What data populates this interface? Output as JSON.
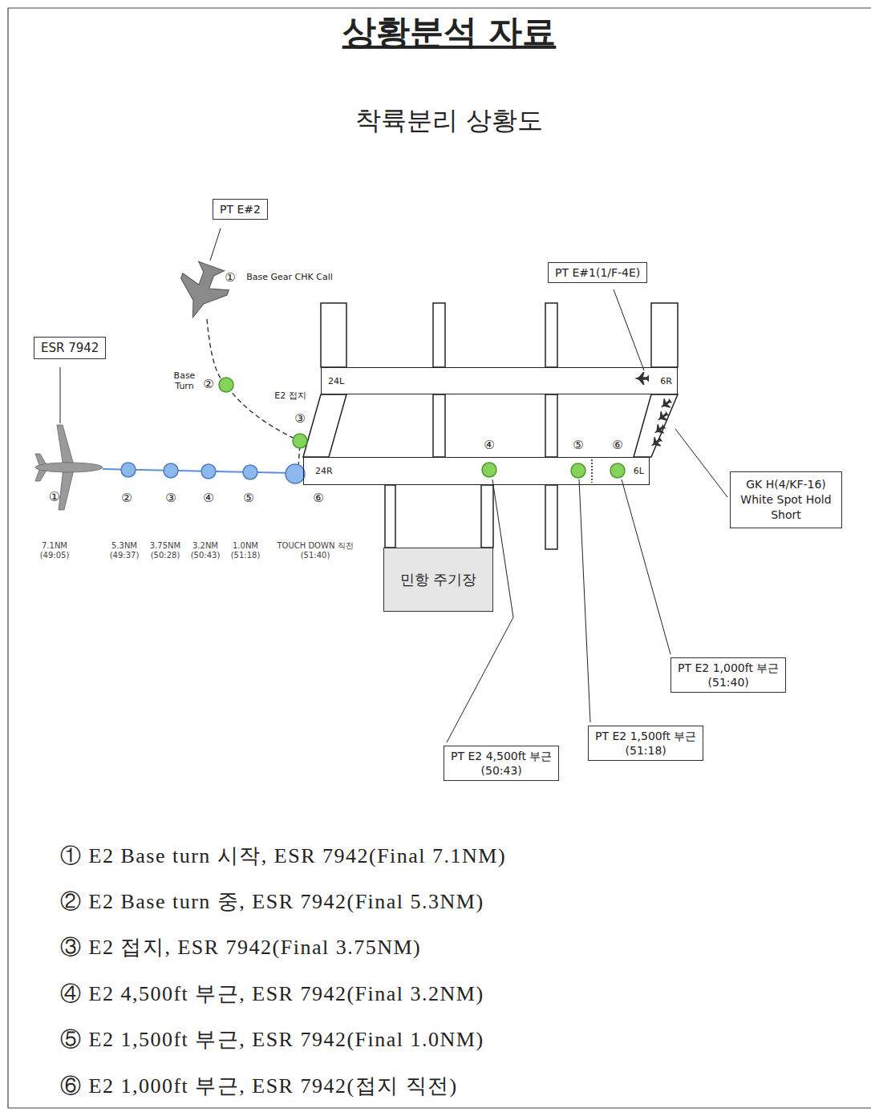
{
  "diagram": {
    "title": "상황분석 자료",
    "nodes": [
      {
        "text": [
          "PT E#2"
        ]
      },
      {
        "text": [
          "PT E#1(1/F-4E)"
        ]
      },
      {
        "text": [
          "ESR 7942"
        ]
      },
      {
        "text": [
          "24L",
          "6R"
        ]
      },
      {
        "text": [
          "24R",
          "6L"
        ]
      },
      {
        "text": [
          "GK H(4/KF-16) White Spot Hold Short"
        ]
      },
      {
        "text": [
          "민항 주기장"
        ]
      },
      {
        "text": [
          "PT E2 1,000ft 부근",
          "(51:40)"
        ]
      },
      {
        "text": [
          "PT E2 1,500ft 부근",
          "(51:18)"
        ]
      },
      {
        "text": [
          "PT E2 4,500ft 부근",
          "(50:43)"
        ]
      }
    ],
    "labels": [
      "착륙분리 상황도",
      "①",
      "Base Gear CHK Call",
      "Base Turn",
      "②",
      "E2 접지",
      "③",
      "④",
      "⑤",
      "⑥",
      "①",
      "②",
      "③",
      "④",
      "⑤",
      "⑥",
      "7.1NM (49:05)",
      "5.3NM (49:37)",
      "3.75NM (50:28)",
      "3.2NM (50:43)",
      "1.0NM (51:18)",
      "TOUCH DOWN 직전 (51:40)",
      "① E2 Base turn 시작, ESR 7942(Final 7.1NM)",
      "② E2 Base turn 중, ESR 7942(Final 5.3NM)",
      "③ E2 접지, ESR 7942(Final 3.75NM)",
      "④ E2 4,500ft 부근, ESR 7942(Final 3.2NM)",
      "⑤ E2 1,500ft 부근, ESR 7942(Final 1.0NM)",
      "⑥ E2 1,000ft 부근, ESR 7942(접지 직전)"
    ]
  }
}
